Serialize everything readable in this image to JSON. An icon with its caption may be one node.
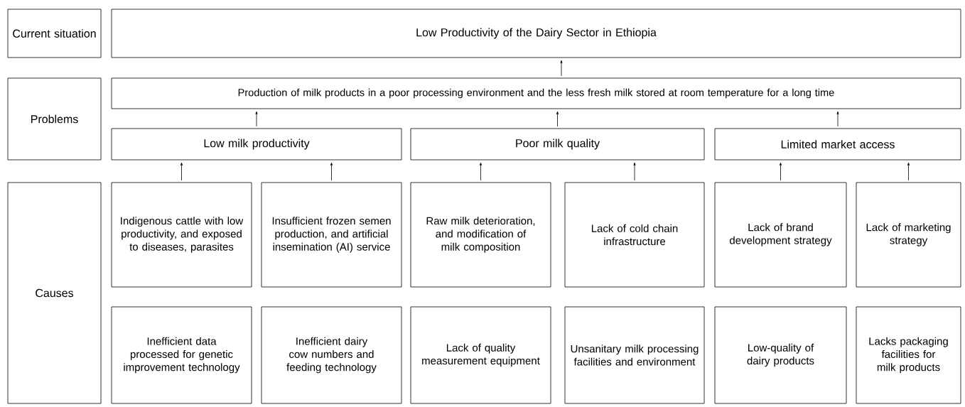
{
  "diagram": {
    "nodes": [
      {
        "text": [
          "Current situation"
        ]
      },
      {
        "text": [
          "Low Productivity of the Dairy Sector in Ethiopia"
        ]
      },
      {
        "text": [
          "Problems"
        ]
      },
      {
        "text": [
          "Production of milk products in a poor processing environment and the less fresh milk stored at room temperature for a long time"
        ]
      },
      {
        "text": [
          "Low milk productivity"
        ]
      },
      {
        "text": [
          "Poor milk quality"
        ]
      },
      {
        "text": [
          "Limited market access"
        ]
      },
      {
        "text": [
          "Causes"
        ]
      },
      {
        "text": [
          "Indigenous cattle with low productivity, and exposed to diseases, parasites"
        ]
      },
      {
        "text": [
          "Insufficient frozen semen production, and artificial insemination (AI) service"
        ]
      },
      {
        "text": [
          "Raw milk deterioration, and modification of milk composition"
        ]
      },
      {
        "text": [
          "Lack of cold chain infrastructure"
        ]
      },
      {
        "text": [
          "Lack of brand development strategy"
        ]
      },
      {
        "text": [
          "Lack of marketing strategy"
        ]
      },
      {
        "text": [
          "Inefficient data processed for genetic improvement technology"
        ]
      },
      {
        "text": [
          "Inefficient dairy cow numbers and feeding technology"
        ]
      },
      {
        "text": [
          "Lack of quality measurement equipment"
        ]
      },
      {
        "text": [
          "Unsanitary milk processing facilities and environment"
        ]
      },
      {
        "text": [
          "Low-quality of dairy products"
        ]
      },
      {
        "text": [
          "Lacks packaging facilities for milk products"
        ]
      }
    ],
    "edges": [
      {
        "from": 3,
        "to": 1,
        "arrow": "to"
      },
      {
        "from": 4,
        "to": 3,
        "arrow": "to"
      },
      {
        "from": 5,
        "to": 3,
        "arrow": "to"
      },
      {
        "from": 6,
        "to": 3,
        "arrow": "to"
      },
      {
        "from": 8,
        "to": 4,
        "arrow": "to"
      },
      {
        "from": 9,
        "to": 4,
        "arrow": "to"
      },
      {
        "from": 10,
        "to": 5,
        "arrow": "to"
      },
      {
        "from": 11,
        "to": 5,
        "arrow": "to"
      },
      {
        "from": 12,
        "to": 6,
        "arrow": "to"
      },
      {
        "from": 13,
        "to": 6,
        "arrow": "to"
      }
    ]
  }
}
